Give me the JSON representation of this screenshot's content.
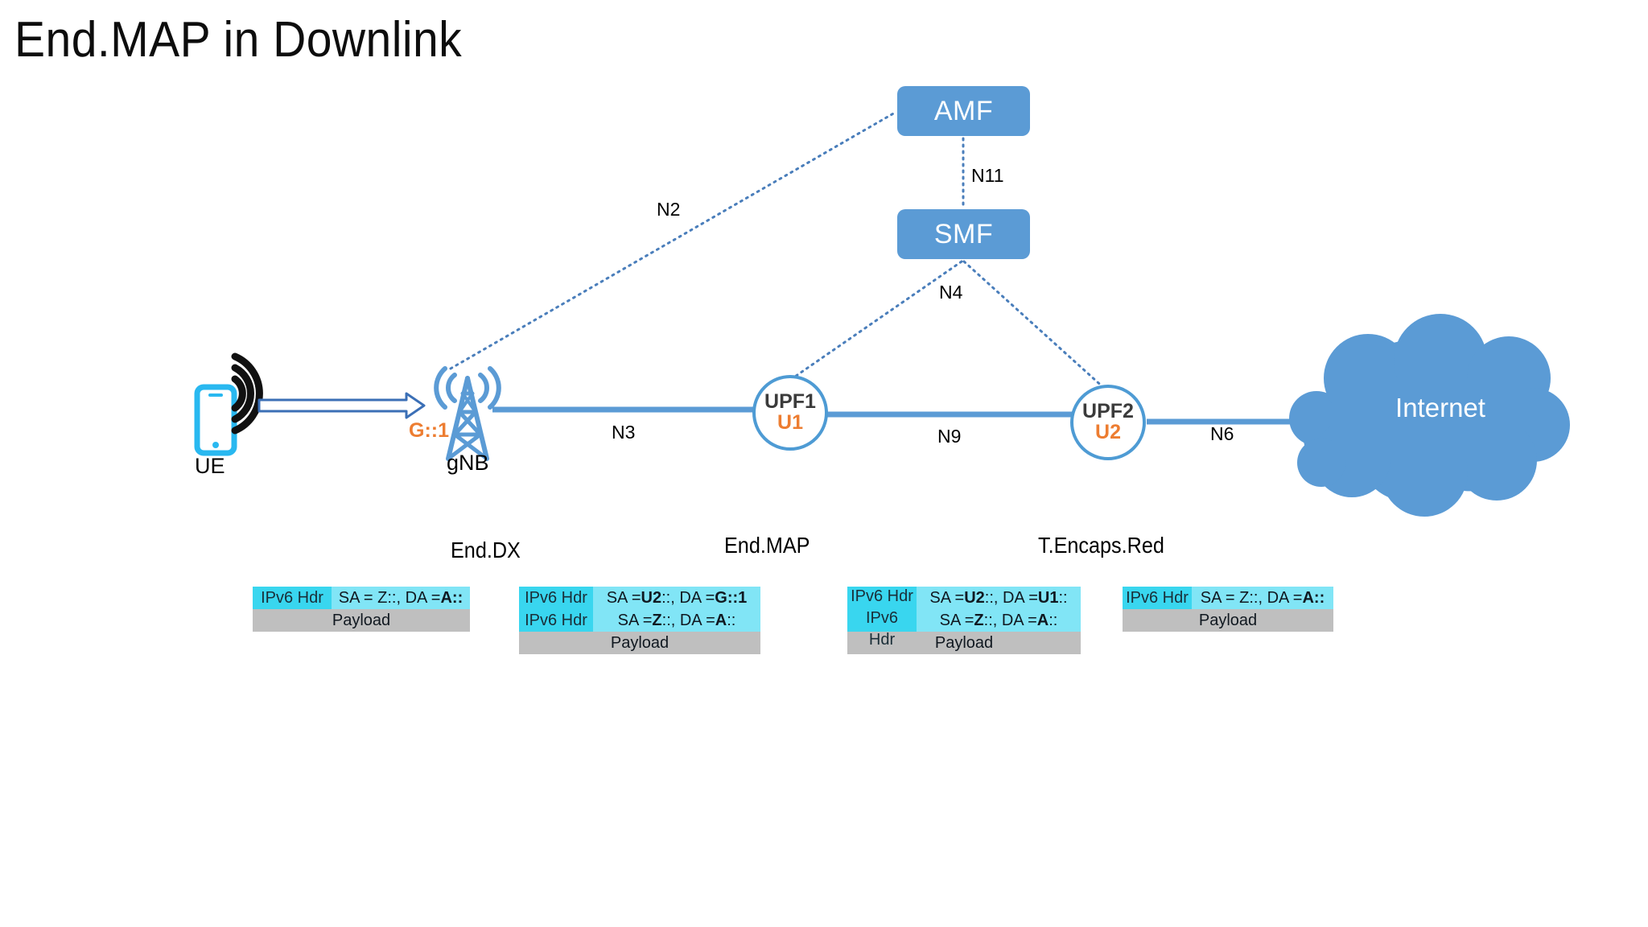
{
  "slide": {
    "title": "End.MAP in Downlink",
    "background": "#ffffff"
  },
  "colors": {
    "node_blue": "#5B9BD5",
    "circle_stroke": "#4E9BD4",
    "sid_orange": "#ED7D31",
    "header_cyan": "#39D6EF",
    "address_cyan": "#81E5F6",
    "payload_gray": "#BFBFBF",
    "dotted_link": "#4A7EBB",
    "ue_phone": "#29B8F0"
  },
  "nodes": {
    "ue": {
      "label": "UE",
      "icon": "mobile-phone-icon"
    },
    "gnb": {
      "label": "gNB",
      "sid": "G::1",
      "icon": "cell-tower-icon"
    },
    "amf": {
      "label": "AMF"
    },
    "smf": {
      "label": "SMF"
    },
    "upf1": {
      "label": "UPF1",
      "sid": "U1"
    },
    "upf2": {
      "label": "UPF2",
      "sid": "U2"
    },
    "internet": {
      "label": "Internet",
      "icon": "cloud-icon"
    }
  },
  "links": [
    {
      "name": "N2",
      "label": "N2",
      "style": "dotted"
    },
    {
      "name": "N11",
      "label": "N11",
      "style": "dotted"
    },
    {
      "name": "N4",
      "label": "N4",
      "style": "dotted"
    },
    {
      "name": "N3",
      "label": "N3",
      "style": "solid"
    },
    {
      "name": "N9",
      "label": "N9",
      "style": "solid"
    },
    {
      "name": "N6",
      "label": "N6",
      "style": "solid"
    }
  ],
  "steps": [
    {
      "name": "end-dx",
      "label": "End.DX"
    },
    {
      "name": "end-map",
      "label": "End.MAP"
    },
    {
      "name": "t-encaps-red",
      "label": "T.Encaps.Red"
    }
  ],
  "packets": [
    {
      "name": "packet-ue-to-gnb",
      "header_cell": "IPv6 Hdr",
      "rows": [
        {
          "prefix": "SA = Z::, DA = ",
          "bold": "A::"
        }
      ],
      "payload": "Payload"
    },
    {
      "name": "packet-gnb-to-upf1",
      "header_cell": "IPv6 Hdr",
      "rows": [
        {
          "pre": "SA = ",
          "b1": "U2",
          "mid": "::, DA = ",
          "b2": "G::1",
          "post": ""
        },
        {
          "pre": "SA = ",
          "b1": "Z",
          "mid": "::, DA = ",
          "b2": "A",
          "post": "::"
        }
      ],
      "payload": "Payload"
    },
    {
      "name": "packet-upf1-to-upf2",
      "header_cell": "IPv6 Hdr",
      "header_cell_wrapped_line1": "IPv6",
      "header_cell_wrapped_line2": "Hdr",
      "rows": [
        {
          "pre": "SA = ",
          "b1": "U2",
          "mid": "::, DA = ",
          "b2": "U1",
          "post": "::"
        },
        {
          "pre": "SA = ",
          "b1": "Z",
          "mid": "::, DA = ",
          "b2": "A",
          "post": "::"
        }
      ],
      "payload": "Payload"
    },
    {
      "name": "packet-upf2-to-internet",
      "header_cell": "IPv6 Hdr",
      "rows": [
        {
          "prefix": "SA = Z::, DA = ",
          "bold": "A::"
        }
      ],
      "payload": "Payload"
    }
  ]
}
